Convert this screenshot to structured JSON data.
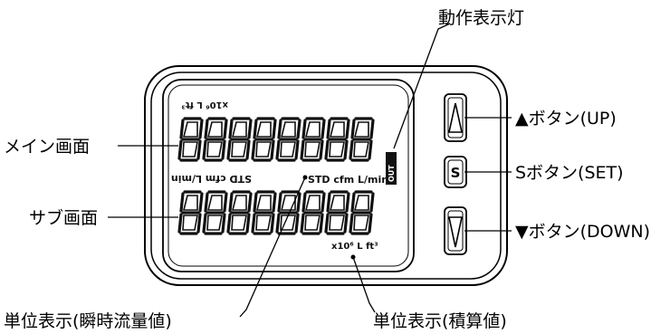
{
  "labels": {
    "output_light": "動作表示灯",
    "main_screen": "メイン画面",
    "sub_screen": "サブ画面",
    "up_button": "▲ボタン(UP)",
    "set_button": "Sボタン(SET)",
    "down_button": "▼ボタン(DOWN)",
    "unit_instant": "単位表示(瞬時流量値)",
    "unit_total": "単位表示(積算値)"
  },
  "lcd": {
    "main_digits": "88888888",
    "sub_digits": "88888888",
    "main_units_upside": "x10⁶ L ft³",
    "main_units_bottom_upside": "STD cfm L/min",
    "sub_units_instant": "STD cfm L/min",
    "sub_units_total": "x10⁶ L ft³",
    "out_indicator": "OUT"
  },
  "buttons": {
    "up_symbol": "△",
    "set_symbol": "S",
    "down_symbol": "▽"
  }
}
